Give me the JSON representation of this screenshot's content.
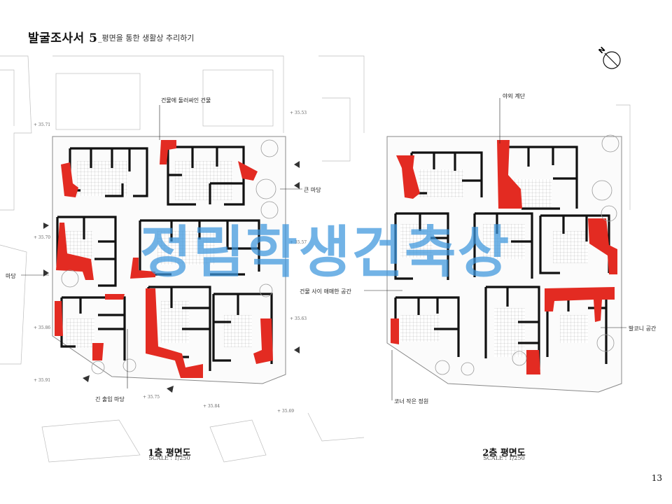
{
  "header": {
    "title": "발굴조사서 5",
    "subtitle": "_평면을 통한 생활상 추리하기"
  },
  "annotations": {
    "a1": "건물에 둘러싸인 건물",
    "a2": "큰 마당",
    "a3": "마당",
    "a4": "긴 출입 마당",
    "a5": "야외 계단",
    "a6": "건물 사이 애매한 공간",
    "a7": "발코니 공간",
    "a8": "코너 작은 정원"
  },
  "plans": {
    "floor1": {
      "title": "1층 평면도",
      "scale": "SCALE : 1/250"
    },
    "floor2": {
      "title": "2층 평면도",
      "scale": "SCALE : 1/250"
    }
  },
  "elevations": {
    "e1": "+ 35.71",
    "e2": "+ 35.53",
    "e3": "+ 35.57",
    "e4": "+ 35.70",
    "e5": "+ 35.86",
    "e6": "+ 35.63",
    "e7": "+ 35.91",
    "e8": "+ 35.75",
    "e9": "+ 35.84",
    "e10": "+ 35.69"
  },
  "north_label": "N",
  "watermark": "정림학생건축상",
  "page_number": "13",
  "colors": {
    "highlight": "#e32b22",
    "wall": "#111111",
    "watermark": "#3c96dc"
  }
}
